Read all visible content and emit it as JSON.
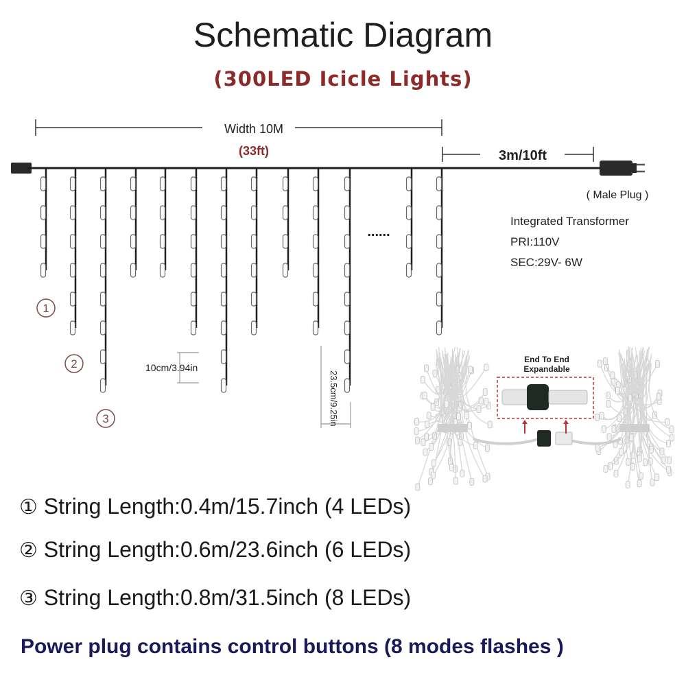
{
  "header": {
    "title": "Schematic Diagram",
    "subtitle": "(300LED Icicle Lights)"
  },
  "diagram": {
    "width_label": "Width 10M",
    "width_label_ft": "(33ft)",
    "lead_label": "3m/10ft",
    "male_plug_label": "( Male Plug )",
    "transformer_title": "Integrated Transformer",
    "transformer_pri": "PRI:110V",
    "transformer_sec": "SEC:29V- 6W",
    "ellipsis": "......",
    "spacing_label": "10cm/3.94in",
    "string_spacing_label": "23.5cm/9.25in",
    "markers": [
      "①",
      "②",
      "③"
    ],
    "expand_title_1": "End To End",
    "expand_title_2": "Expandable",
    "string_pattern": [
      1,
      2,
      3,
      1,
      1,
      2,
      3,
      2,
      1,
      2,
      3,
      1,
      2
    ]
  },
  "specs": [
    {
      "marker": "①",
      "text": "String Length:0.4m/15.7inch (4 LEDs)"
    },
    {
      "marker": "②",
      "text": "String Length:0.6m/23.6inch (6 LEDs)"
    },
    {
      "marker": "③",
      "text": "String Length:0.8m/31.5inch (8 LEDs)"
    }
  ],
  "footer": {
    "text": "Power plug contains control buttons (8 modes flashes )"
  },
  "colors": {
    "accent": "#8b2b2b",
    "footer": "#1a1a5a",
    "wire": "#1e1e1e"
  }
}
